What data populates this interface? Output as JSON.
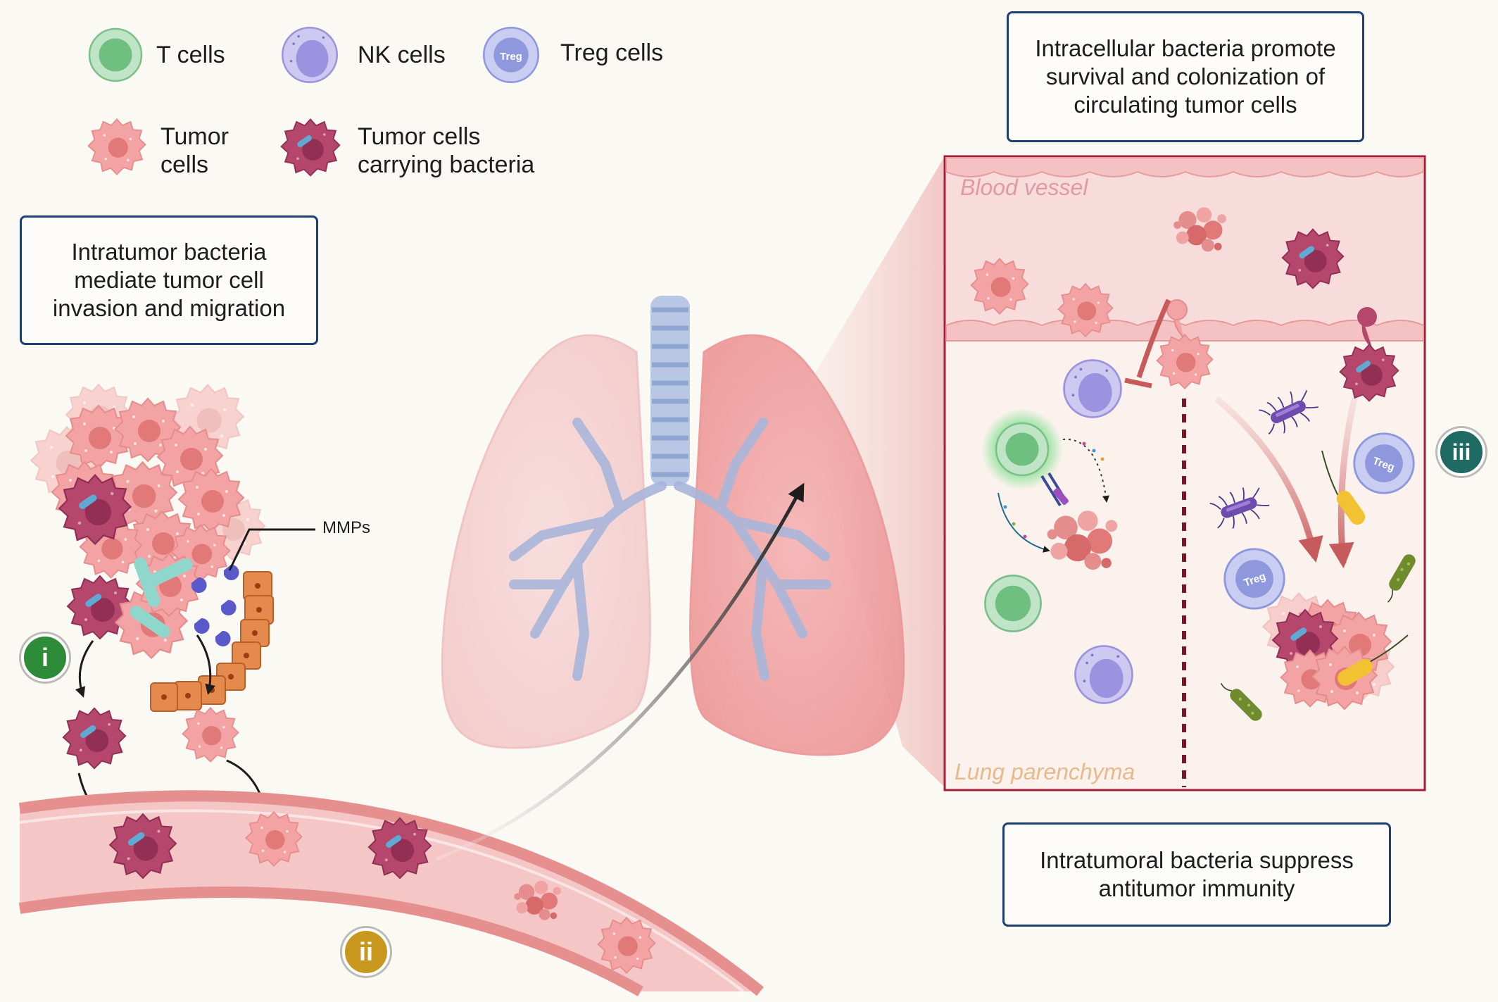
{
  "legend": {
    "t_cells": "T cells",
    "nk_cells": "NK cells",
    "treg_cells": "Treg cells",
    "treg_tag": "Treg",
    "tumor_cells": "Tumor cells",
    "tumor_cells_bacteria": "Tumor cells carrying bacteria"
  },
  "boxes": {
    "invasion": "Intratumor bacteria mediate tumor cell invasion and migration",
    "survival": "Intracellular bacteria promote survival and colonization of circulating tumor cells",
    "immunity": "Intratumoral bacteria suppress antitumor immunity"
  },
  "annotations": {
    "mmps": "MMPs",
    "blood_vessel": "Blood vessel",
    "lung_parenchyma": "Lung parenchyma"
  },
  "badges": {
    "i": {
      "label": "i",
      "color": "#2e8b3a"
    },
    "ii": {
      "label": "ii",
      "color": "#c8981e"
    },
    "iii": {
      "label": "iii",
      "color": "#1f6b63"
    }
  },
  "colors": {
    "t_cell": "#8fcc9c",
    "nk_cell": "#b3aee6",
    "treg_cell": "#aeb6ea",
    "tumor_cell": "#f3a3a3",
    "tumor_bacteria_cell": "#b5476d",
    "box_border": "#1f3f73",
    "panel_border": "#a3203a"
  }
}
